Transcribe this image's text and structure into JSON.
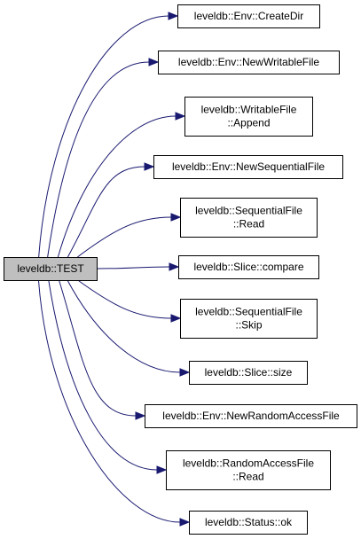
{
  "colors": {
    "edge": "#191970",
    "root_fill": "#bfbfbf",
    "node_fill": "#ffffff",
    "border": "#000000"
  },
  "root": {
    "id": "root",
    "lines": [
      "leveldb::TEST"
    ]
  },
  "nodes": [
    {
      "id": "n1",
      "lines": [
        "leveldb::Env::CreateDir"
      ]
    },
    {
      "id": "n2",
      "lines": [
        "leveldb::Env::NewWritableFile"
      ]
    },
    {
      "id": "n3",
      "lines": [
        "leveldb::WritableFile",
        "::Append"
      ]
    },
    {
      "id": "n4",
      "lines": [
        "leveldb::Env::NewSequentialFile"
      ]
    },
    {
      "id": "n5",
      "lines": [
        "leveldb::SequentialFile",
        "::Read"
      ]
    },
    {
      "id": "n6",
      "lines": [
        "leveldb::Slice::compare"
      ]
    },
    {
      "id": "n7",
      "lines": [
        "leveldb::SequentialFile",
        "::Skip"
      ]
    },
    {
      "id": "n8",
      "lines": [
        "leveldb::Slice::size"
      ]
    },
    {
      "id": "n9",
      "lines": [
        "leveldb::Env::NewRandomAccessFile"
      ]
    },
    {
      "id": "n10",
      "lines": [
        "leveldb::RandomAccessFile",
        "::Read"
      ]
    },
    {
      "id": "n11",
      "lines": [
        "leveldb::Status::ok"
      ]
    }
  ]
}
